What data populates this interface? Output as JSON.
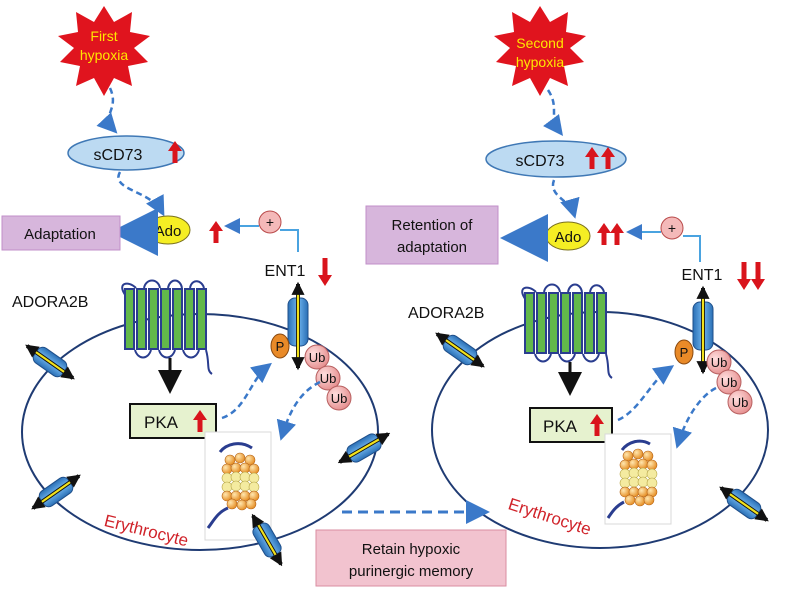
{
  "left_panel": {
    "hypoxia_label": [
      "First",
      "hypoxia"
    ],
    "scd73_label": "sCD73",
    "ado_label": "Ado",
    "plus_label": "+",
    "outcome_label": [
      "Adaptation"
    ],
    "ent1_label": "ENT1",
    "receptor_label": "ADORA2B",
    "pka_label": "PKA",
    "phospho_label": "P",
    "ubiquitin_labels": [
      "Ub",
      "Ub",
      "Ub"
    ],
    "cell_label": "Erythrocyte"
  },
  "right_panel": {
    "hypoxia_label": [
      "Second",
      "hypoxia"
    ],
    "scd73_label": "sCD73",
    "ado_label": "Ado",
    "plus_label": "+",
    "outcome_label": [
      "Retention of",
      "adaptation"
    ],
    "ent1_label": "ENT1",
    "receptor_label": "ADORA2B",
    "pka_label": "PKA",
    "phospho_label": "P",
    "ubiquitin_labels": [
      "Ub",
      "Ub",
      "Ub"
    ],
    "cell_label": "Erythrocyte"
  },
  "memory_box": {
    "lines": [
      "Retain hypoxic",
      "purinergic memory"
    ]
  },
  "colors": {
    "burst": "#e0141e",
    "burst_text": "#ffe600",
    "up_arrow": "#d9141c",
    "oval_fill": "#bcdaf2",
    "ado_fill": "#f5ee24",
    "membrane": "#1f3b73",
    "channel": "#3d8fd6",
    "receptor_stripe": "#62b84a",
    "outcome_box": "#d7b6dc",
    "memory_box": "#f2c3cf",
    "pka_box": "#e6f2cf",
    "ubiquitin": "#f0a9a9",
    "phospho": "#e98a28",
    "flow_arrow": "#3b79c9"
  }
}
